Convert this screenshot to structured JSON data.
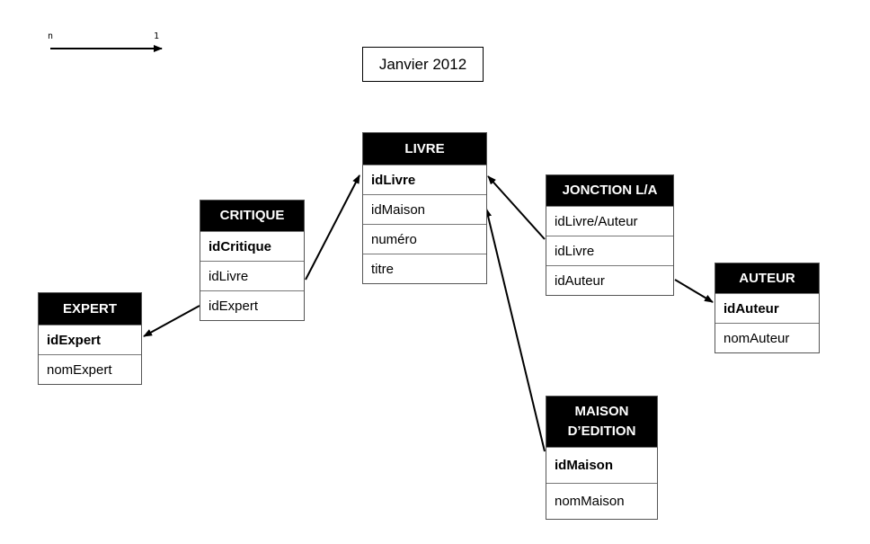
{
  "legend": {
    "from_cardinality": "n",
    "to_cardinality": "1"
  },
  "title": "Janvier 2012",
  "entities": {
    "livre": {
      "name": "LIVRE",
      "fields": [
        "idLivre",
        "idMaison",
        "numéro",
        "titre"
      ]
    },
    "critique": {
      "name": "CRITIQUE",
      "fields": [
        "idCritique",
        "idLivre",
        "idExpert"
      ]
    },
    "expert": {
      "name": "EXPERT",
      "fields": [
        "idExpert",
        "nomExpert"
      ]
    },
    "jonction": {
      "name": "JONCTION L/A",
      "fields": [
        "idLivre/Auteur",
        "idLivre",
        "idAuteur"
      ]
    },
    "auteur": {
      "name": "AUTEUR",
      "fields": [
        "idAuteur",
        "nomAuteur"
      ]
    },
    "maison": {
      "name": "MAISON\nD’EDITION",
      "fields": [
        "idMaison",
        "nomMaison"
      ]
    }
  },
  "colors": {
    "header_bg": "#000000",
    "header_text": "#ffffff",
    "line": "#000000"
  }
}
